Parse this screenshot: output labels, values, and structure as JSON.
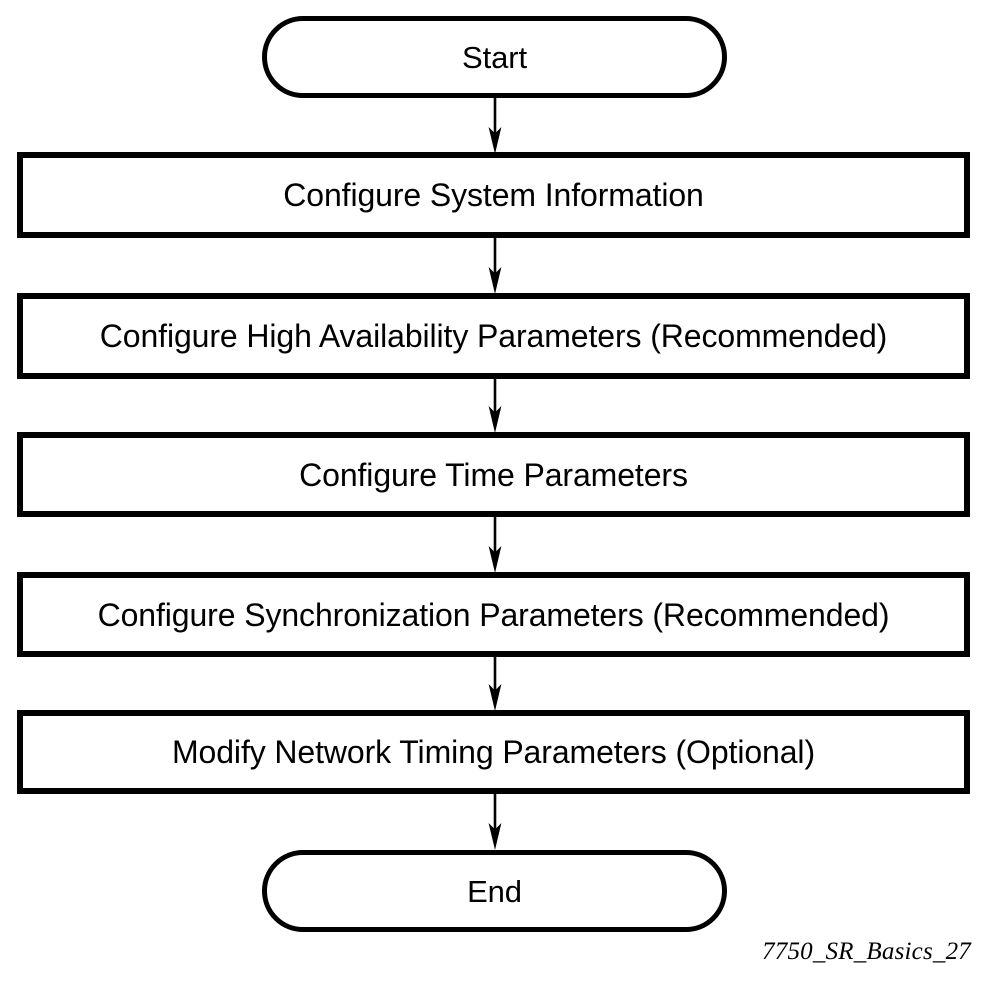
{
  "diagram": {
    "type": "flowchart",
    "orientation": "vertical",
    "caption": "7750_SR_Basics_27",
    "colors": {
      "stroke": "#000000",
      "fill": "#ffffff",
      "text": "#000000"
    },
    "nodes": [
      {
        "id": "start",
        "shape": "terminator",
        "label": "Start"
      },
      {
        "id": "system",
        "shape": "process",
        "label": "Configure System Information"
      },
      {
        "id": "ha",
        "shape": "process",
        "label": "Configure High Availability Parameters (Recommended)"
      },
      {
        "id": "time",
        "shape": "process",
        "label": "Configure Time Parameters"
      },
      {
        "id": "sync",
        "shape": "process",
        "label": "Configure Synchronization Parameters (Recommended)"
      },
      {
        "id": "timing",
        "shape": "process",
        "label": "Modify Network Timing Parameters (Optional)"
      },
      {
        "id": "end",
        "shape": "terminator",
        "label": "End"
      }
    ],
    "edges": [
      {
        "from": "start",
        "to": "system",
        "style": "arrow-down",
        "label": ""
      },
      {
        "from": "system",
        "to": "ha",
        "style": "arrow-down",
        "label": ""
      },
      {
        "from": "ha",
        "to": "time",
        "style": "arrow-down",
        "label": ""
      },
      {
        "from": "time",
        "to": "sync",
        "style": "arrow-down",
        "label": ""
      },
      {
        "from": "sync",
        "to": "timing",
        "style": "arrow-down",
        "label": ""
      },
      {
        "from": "timing",
        "to": "end",
        "style": "arrow-down",
        "label": ""
      }
    ]
  }
}
